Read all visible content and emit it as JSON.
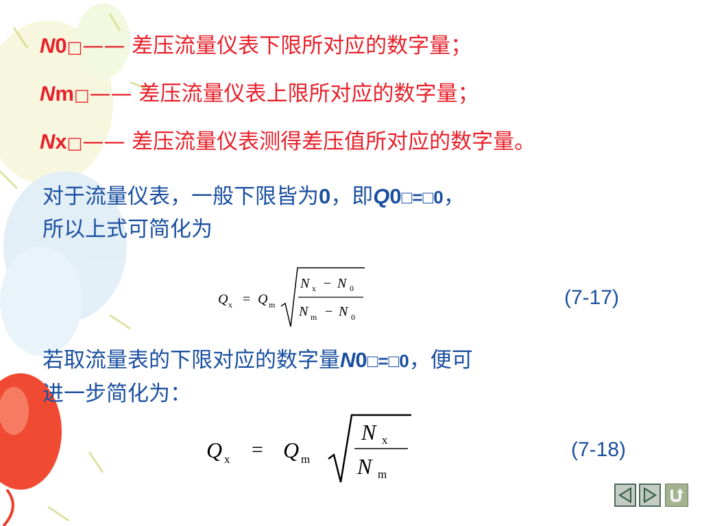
{
  "definitions": [
    {
      "symbol": "N",
      "sub": "0",
      "box": "□",
      "dash": "——",
      "text": " 差压流量仪表下限所对应的数字量；"
    },
    {
      "symbol": "N",
      "sub": "m",
      "box": "□",
      "dash": "——",
      "text": " 差压流量仪表上限所对应的数字量；"
    },
    {
      "symbol": "N",
      "sub": "x",
      "box": "□",
      "dash": "——",
      "text": " 差压流量仪表测得差压值所对应的数字量。"
    }
  ],
  "para1": {
    "line1_a": "对于流量仪表，一般下限皆为",
    "zero1": "0",
    "line1_b": "，即",
    "q": "Q",
    "q_sub": "0",
    "eq": "□=□0",
    "line1_c": "，",
    "line2": "所以上式可简化为"
  },
  "formula1": {
    "lhs": "Q",
    "lhs_sub": "x",
    "eq": "=",
    "q": "Q",
    "q_sub": "m",
    "num_a": "N",
    "num_a_sub": "x",
    "minus": "−",
    "num_b": "N",
    "num_b_sub": "0",
    "den_a": "N",
    "den_a_sub": "m",
    "den_b": "N",
    "den_b_sub": "0",
    "number": "(7-17)"
  },
  "para2": {
    "line1_a": "若取流量表的下限对应的数字量",
    "n": "N",
    "n_sub": "0",
    "eq": "□=□0",
    "line1_b": "，便可",
    "line2": "进一步简化为："
  },
  "formula2": {
    "lhs": "Q",
    "lhs_sub": "x",
    "eq": "=",
    "q": "Q",
    "q_sub": "m",
    "num": "N",
    "num_sub": "x",
    "den": "N",
    "den_sub": "m",
    "number": "(7-18)"
  },
  "colors": {
    "red": "#e8202a",
    "blue": "#1a4fa0"
  }
}
